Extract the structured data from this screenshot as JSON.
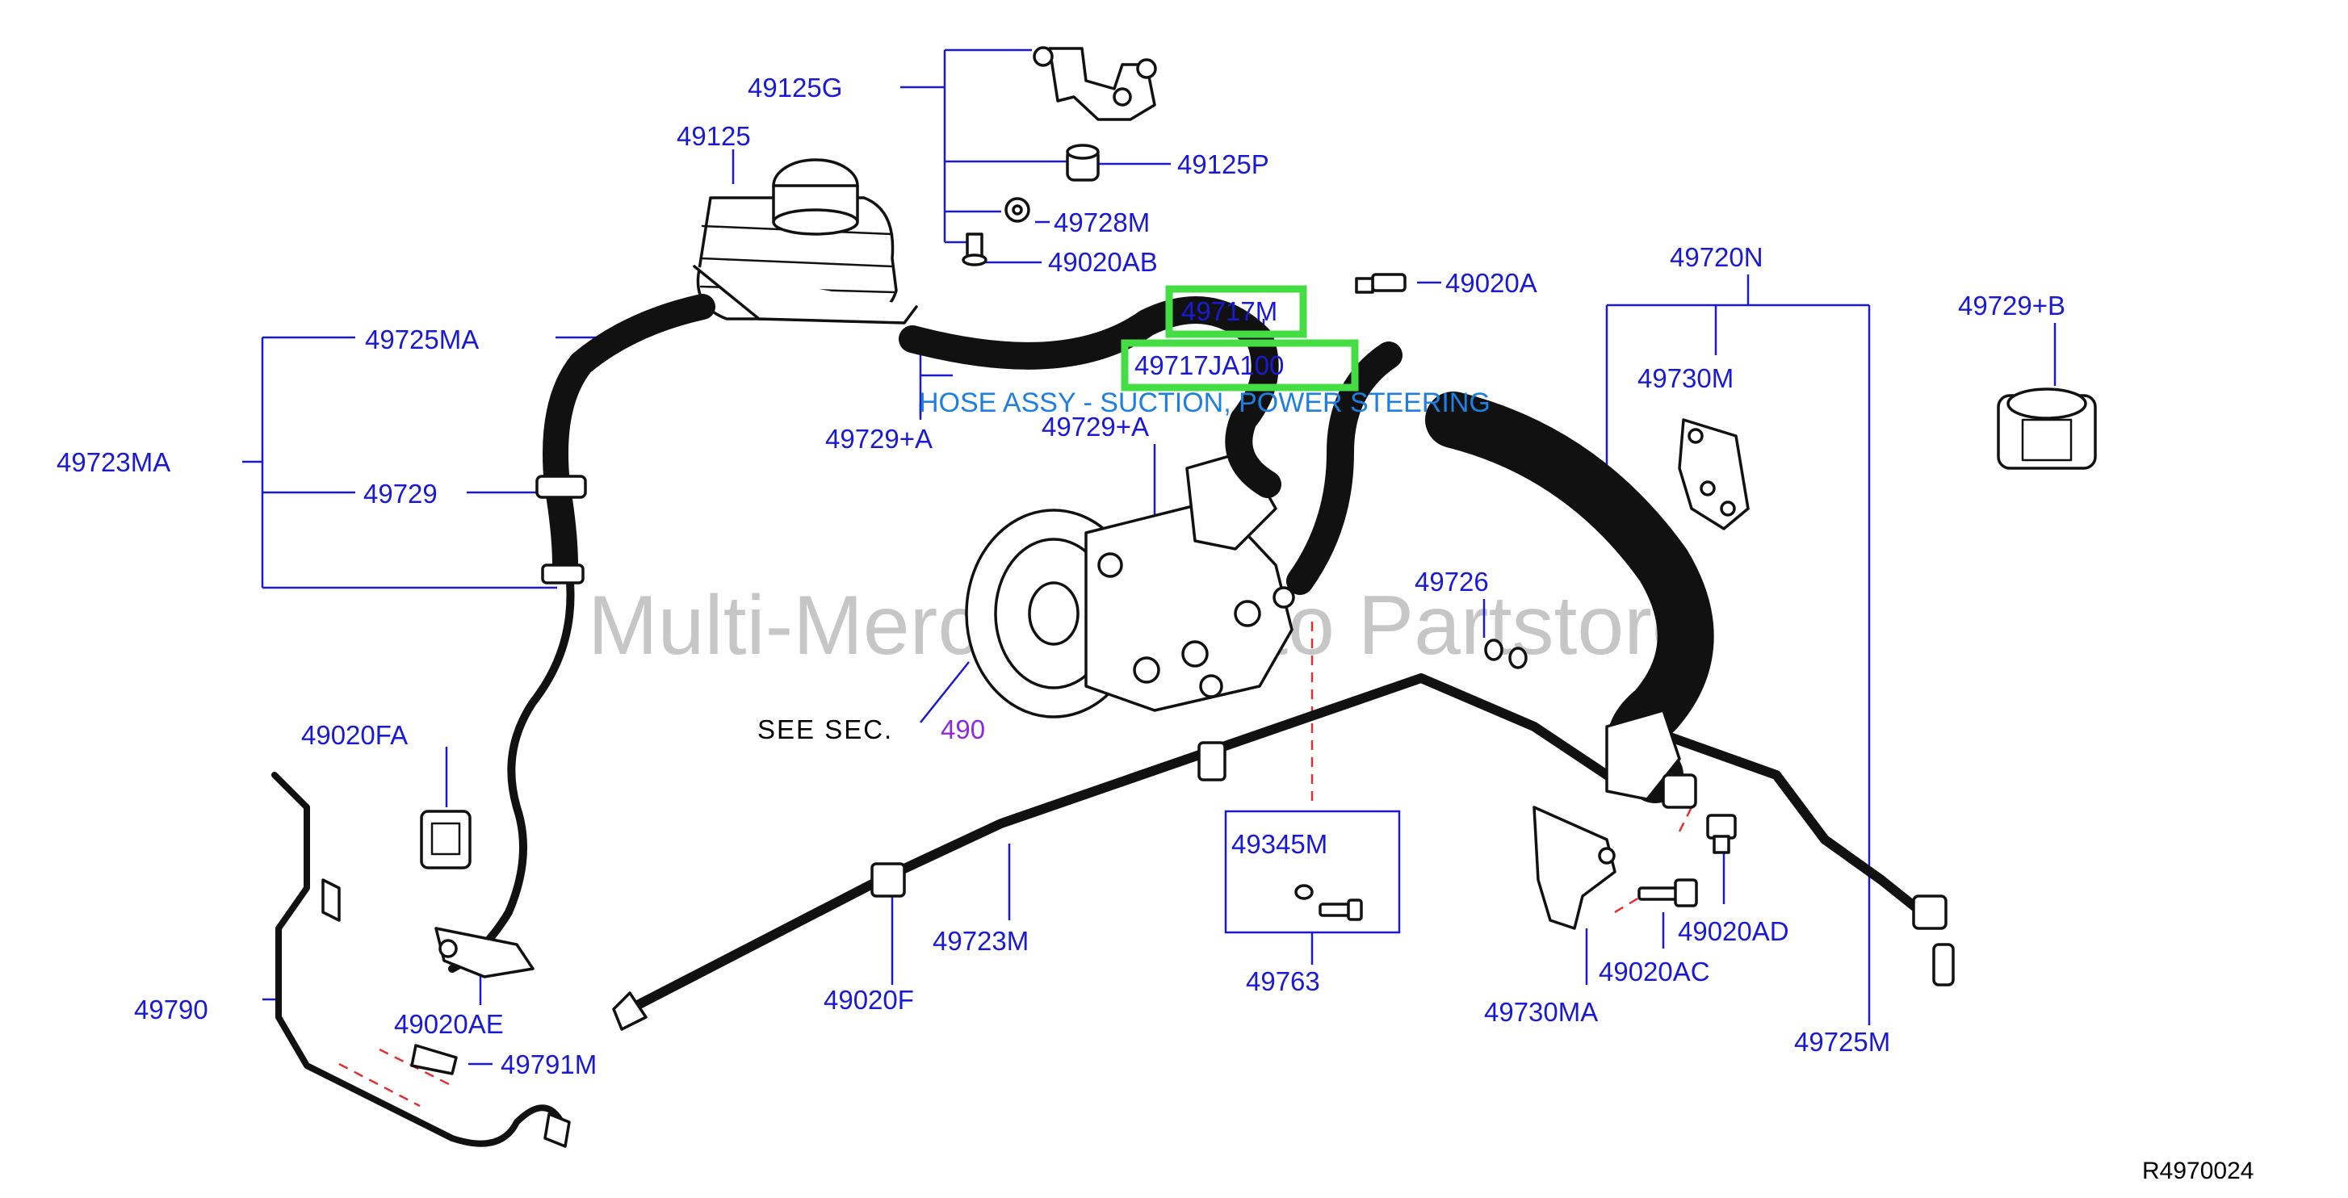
{
  "watermark": "Multi-Merchant Auto Partstore",
  "highlighted_parts": [
    "49717M",
    "49717JA100"
  ],
  "highlight_color": "#44dd44",
  "label_color": "#1a1ad6",
  "description": "HOSE ASSY - SUCTION, POWER STEERING",
  "note": "SEE  SEC.",
  "section_ref": "490",
  "diagram_code": "R4970024",
  "parts": {
    "p49125G": "49125G",
    "p49125": "49125",
    "p49125P": "49125P",
    "p49728M": "49728M",
    "p49020AB": "49020AB",
    "p49717M": "49717M",
    "p49717JA100": "49717JA100",
    "p49020A": "49020A",
    "p49720N": "49720N",
    "p49729B": "49729+B",
    "p49725MA": "49725MA",
    "p49723MA": "49723MA",
    "p49729": "49729",
    "p49729A_left": "49729+A",
    "p49729A_center": "49729+A",
    "p49730M": "49730M",
    "p49726": "49726",
    "p49020FA": "49020FA",
    "p49345M": "49345M",
    "p49763": "49763",
    "p49723M": "49723M",
    "p49020F": "49020F",
    "p49790": "49790",
    "p49020AE": "49020AE",
    "p49791M": "49791M",
    "p49020AD": "49020AD",
    "p49020AC": "49020AC",
    "p49730MA": "49730MA",
    "p49725M": "49725M"
  }
}
